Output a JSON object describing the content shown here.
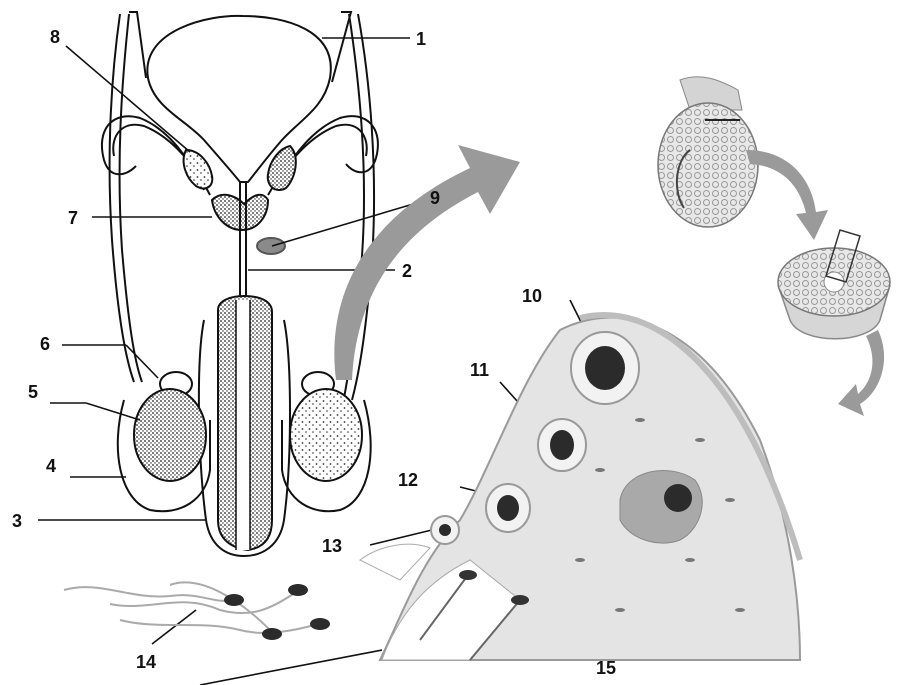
{
  "labels": {
    "l1": "1",
    "l2": "2",
    "l3": "3",
    "l4": "4",
    "l5": "5",
    "l6": "6",
    "l7": "7",
    "l8": "8",
    "l9": "9",
    "l10": "10",
    "l11": "11",
    "l12": "12",
    "l13": "13",
    "l14": "14",
    "l15": "15"
  },
  "colors": {
    "ink": "#111111",
    "arrow": "#9a9a9a",
    "tissue": "#e6e6e6",
    "cell_dark": "#2b2b2b",
    "stipple": "#333333"
  }
}
